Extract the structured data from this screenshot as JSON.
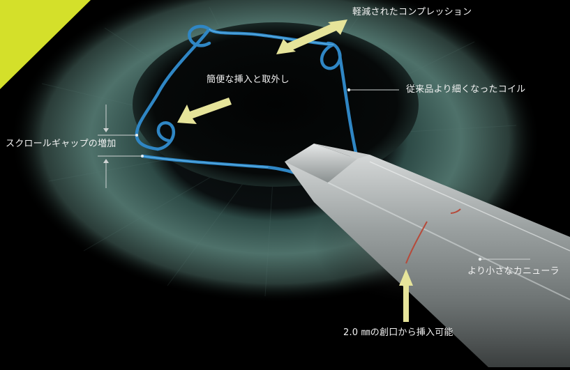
{
  "labels": {
    "reduced_compression": "軽減されたコンプレッション",
    "easy_insert_remove": "簡便な挿入と取外し",
    "thinner_coil": "従来品より細くなったコイル",
    "scroll_gap": "スクロールギャップの増加",
    "smaller_cannula": "より小さなカニューラ",
    "incision": "2.0 ㎜の創口から挿入可能"
  },
  "colors": {
    "corner_accent": "#d4e02a",
    "wire": "#2f86c4",
    "arrow": "#e6e49a",
    "background": "#000000"
  }
}
